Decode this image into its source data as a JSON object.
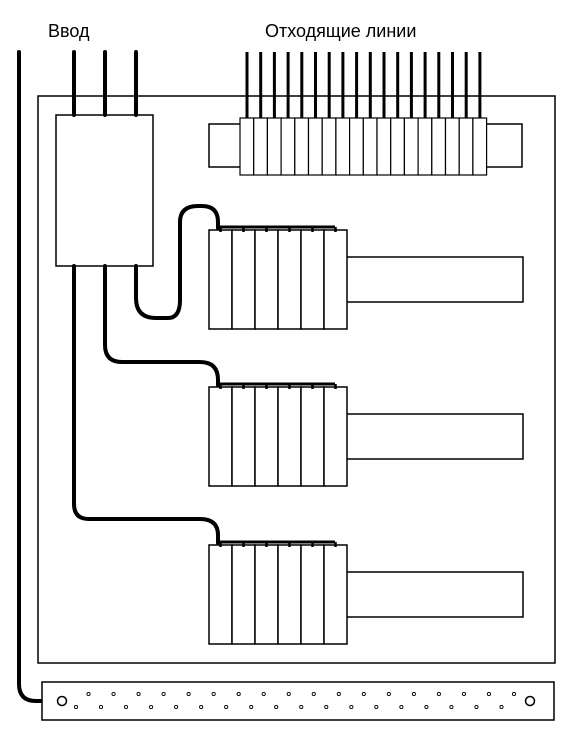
{
  "labels": {
    "input": "Ввод",
    "outgoing": "Отходящие линии"
  },
  "colors": {
    "line": "#000000",
    "background": "#ffffff"
  },
  "components": {
    "outgoing_line_count": 18,
    "breaker_groups": [
      {
        "modules": 6
      },
      {
        "modules": 6
      },
      {
        "modules": 6
      }
    ],
    "neutral_bus_terminals": 36
  }
}
